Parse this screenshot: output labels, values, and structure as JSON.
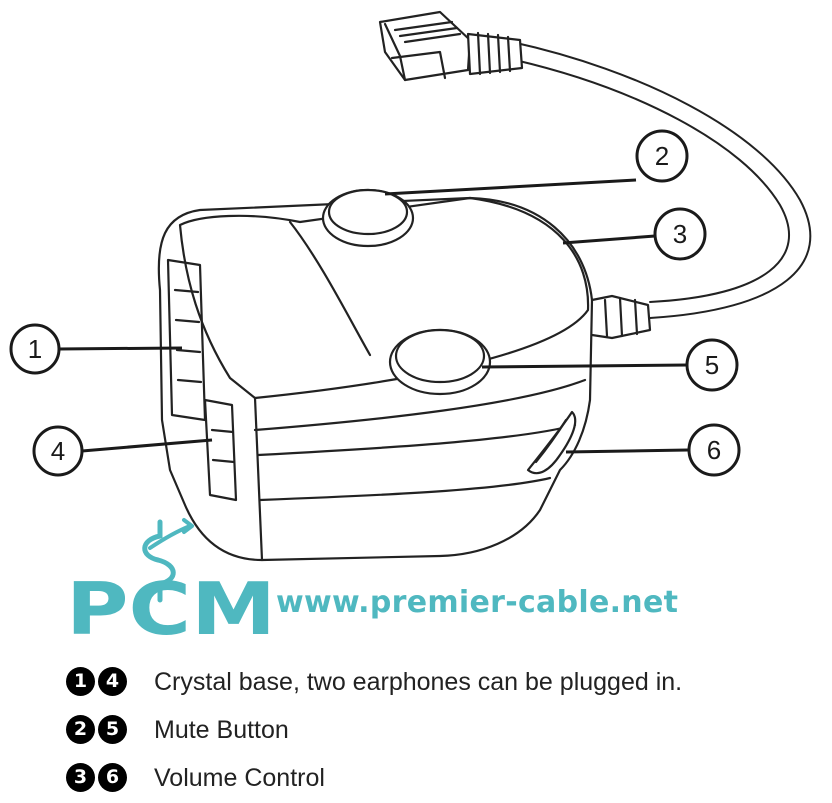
{
  "callouts": [
    {
      "id": "1",
      "label": "1"
    },
    {
      "id": "2",
      "label": "2"
    },
    {
      "id": "3",
      "label": "3"
    },
    {
      "id": "4",
      "label": "4"
    },
    {
      "id": "5",
      "label": "5"
    },
    {
      "id": "6",
      "label": "6"
    }
  ],
  "logo": {
    "text": "PCM",
    "color": "#4fb8c0"
  },
  "website": "www.premier-cable.net",
  "legend": [
    {
      "badges": [
        "1",
        "4"
      ],
      "text": "Crystal base, two earphones can be plugged in."
    },
    {
      "badges": [
        "2",
        "5"
      ],
      "text": "Mute Button"
    },
    {
      "badges": [
        "3",
        "6"
      ],
      "text": "Volume Control"
    }
  ]
}
